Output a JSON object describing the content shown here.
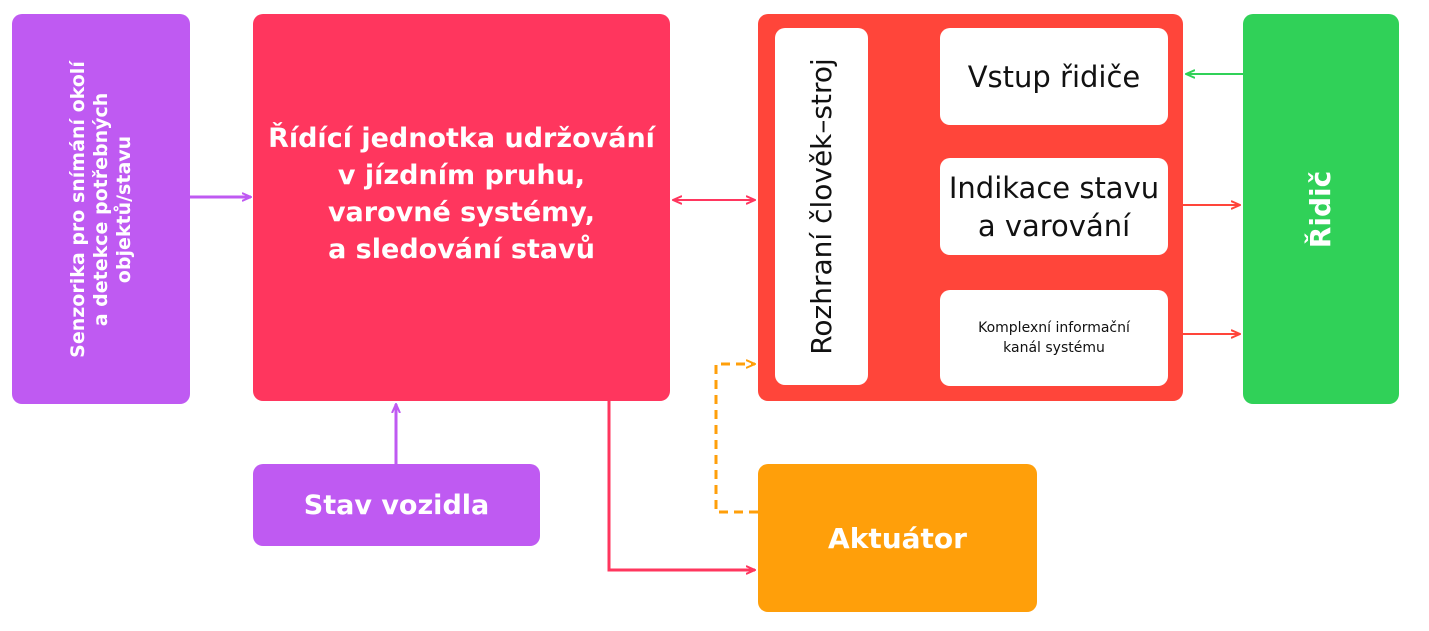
{
  "sensors": {
    "label": "Senzorika pro snímání okolí\na detekce potřebných\nobjektů/stavu"
  },
  "control_unit": {
    "label": "Řídící jednotka udržování\nv jízdním pruhu,\nvarovné systémy,\na sledování stavů"
  },
  "vehicle_state": {
    "label": "Stav vozidla"
  },
  "hmi": {
    "label": "Rozhraní člověk–stroj",
    "driver_input": "Vstup řidiče",
    "status_indication": "Indikace stavu\na varování",
    "info_channel": "Komplexní informační\nkanál systému"
  },
  "actuator": {
    "label": "Aktuátor"
  },
  "driver": {
    "label": "Řidič"
  },
  "colors": {
    "purple": "#bf5af2",
    "pink": "#ff365e",
    "red": "#ff453a",
    "orange": "#ff9f0a",
    "green": "#30d158"
  }
}
